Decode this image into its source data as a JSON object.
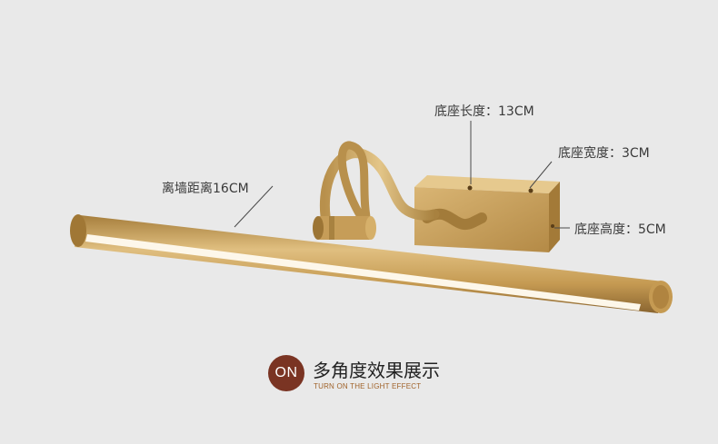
{
  "dimensions": {
    "base_length": "底座长度：13CM",
    "base_width": "底座宽度：3CM",
    "base_height": "底座高度：5CM",
    "wall_distance": "离墙距离16CM"
  },
  "caption": {
    "badge": "ON",
    "title": "多角度效果展示",
    "subtitle": "TURN ON THE LIGHT EFFECT"
  },
  "colors": {
    "background": "#e9e9e9",
    "brass": "#c9a05a",
    "badge": "#7a3423",
    "subtitle": "#a0632a"
  }
}
